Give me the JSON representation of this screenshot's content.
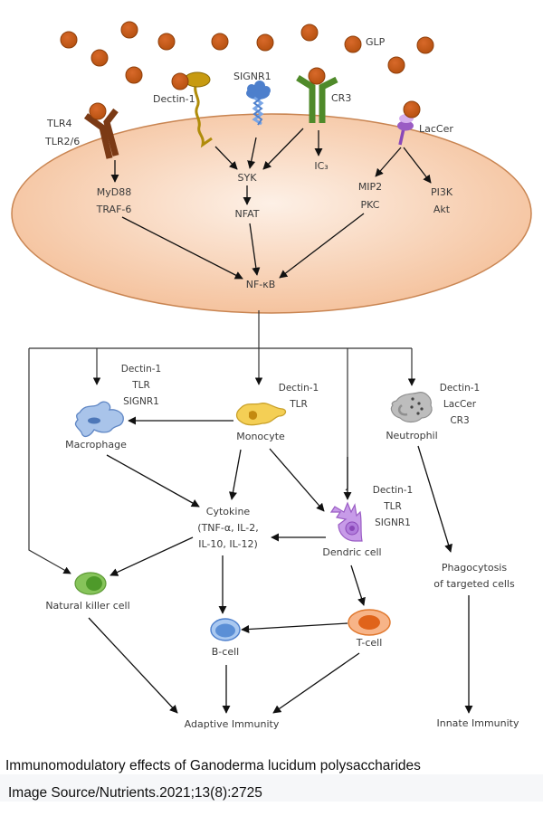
{
  "ligand": {
    "label": "GLP",
    "color": "#c55a11"
  },
  "receptors": {
    "tlr": [
      "TLR4",
      "TLR2/6"
    ],
    "dectin": "Dectin-1",
    "signr": "SIGNR1",
    "cr3": "CR3",
    "laccer": "LacCer"
  },
  "intracellular": {
    "myd88": "MyD88",
    "traf6": "TRAF-6",
    "syk": "SYK",
    "nfat": "NFAT",
    "ic3": "IC₃",
    "mip2": "MIP2",
    "pkc": "PKC",
    "pi3k": "PI3K",
    "akt": "Akt",
    "nfkb": "NF-κB"
  },
  "cells": {
    "macrophage": {
      "label": "Macrophage",
      "receptors": [
        "Dectin-1",
        "TLR",
        "SIGNR1"
      ]
    },
    "monocyte": {
      "label": "Monocyte",
      "receptors": [
        "Dectin-1",
        "TLR"
      ]
    },
    "neutrophil": {
      "label": "Neutrophil",
      "receptors": [
        "Dectin-1",
        "LacCer",
        "CR3"
      ]
    },
    "dendritic": {
      "label": "Dendric cell",
      "receptors": [
        "Dectin-1",
        "TLR",
        "SIGNR1"
      ]
    },
    "nk": {
      "label": "Natural killer cell"
    },
    "bcell": {
      "label": "B-cell"
    },
    "tcell": {
      "label": "T-cell"
    }
  },
  "cytokine": [
    "Cytokine",
    "(TNF-α, IL-2,",
    "IL-10, IL-12)"
  ],
  "phagocytosis": [
    "Phagocytosis",
    "of targeted cells"
  ],
  "outcomes": {
    "adaptive": "Adaptive Immunity",
    "innate": "Innate Immunity"
  },
  "caption": {
    "title": "Immunomodulatory effects of Ganoderma lucidum polysaccharides",
    "source": "Image Source/Nutrients.2021;13(8):2725"
  },
  "colors": {
    "cell_fill": "#f7c9a8",
    "cell_edge": "#c98552",
    "tlr": "#7b3a15",
    "dectin": "#c79a10",
    "signr": "#4d7fcc",
    "cr3": "#4f8a2a",
    "laccer": "#9a5cc4",
    "macrophage": "#a9c4ea",
    "monocyte": "#f4cf55",
    "neutrophil": "#bdbdbd",
    "dendritic": "#c79be8",
    "nk": "#86c45a",
    "bcell": "#6f9fdc",
    "tcell": "#ee8a4a"
  }
}
